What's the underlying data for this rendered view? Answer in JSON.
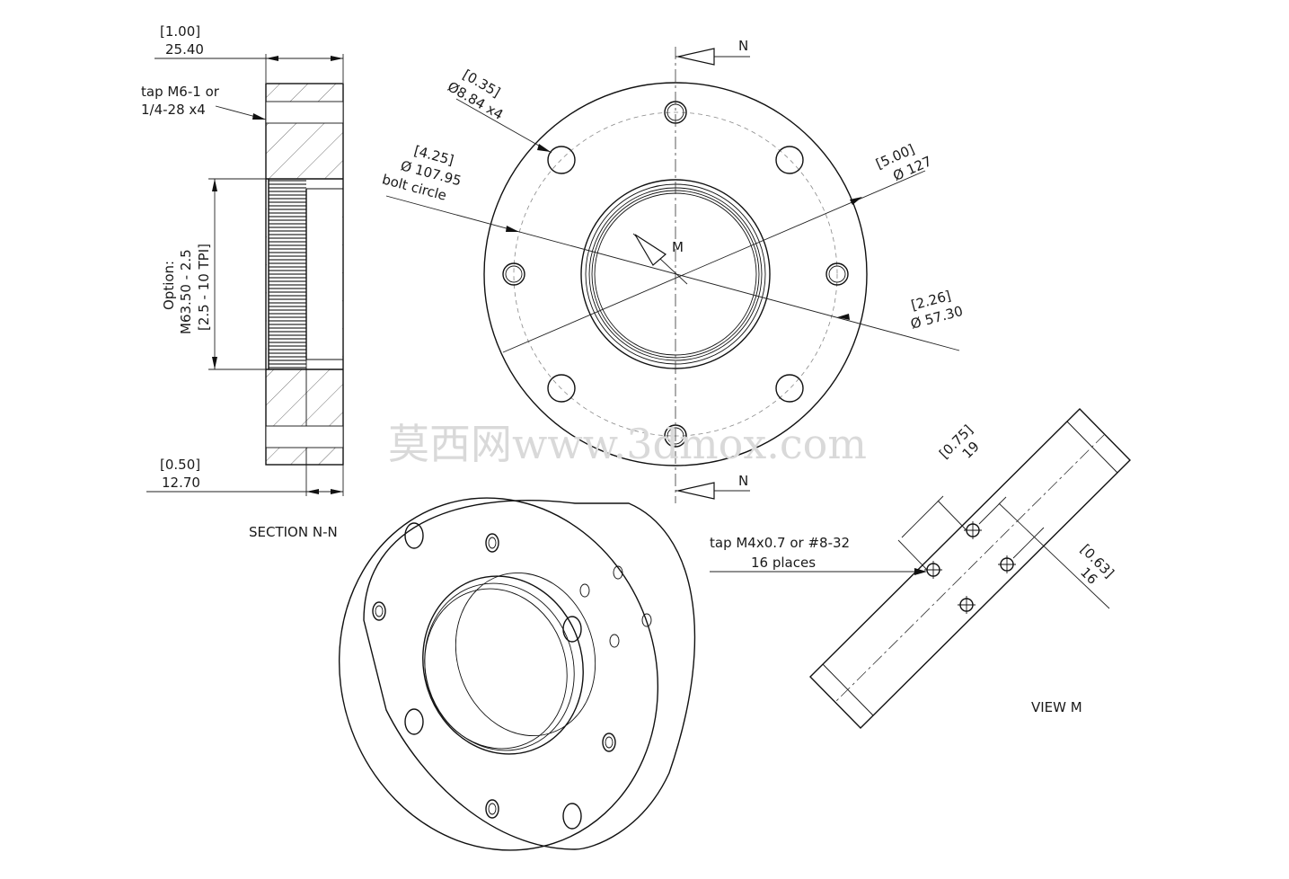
{
  "section_nn": {
    "title": "SECTION N-N",
    "width_in": "[1.00]",
    "width_mm": "25.40",
    "tap_line1": "tap M6-1 or",
    "tap_line2": "1/4-28 x4",
    "option_line1": "Option:",
    "option_line2": "M63.50 - 2.5",
    "option_line3": "[2.5 - 10 TPI]",
    "depth_in": "[0.50]",
    "depth_mm": "12.70"
  },
  "front_view": {
    "section_mark_top": "N",
    "section_mark_bottom": "N",
    "view_mark": "M",
    "hole_in": "[0.35]",
    "hole_mm": "Ø8.84 x4",
    "bolt_in": "[4.25]",
    "bolt_mm": "Ø 107.95",
    "bolt_label": "bolt circle",
    "outer_in": "[5.00]",
    "outer_mm": "Ø 127",
    "bore_in": "[2.26]",
    "bore_mm": "Ø 57.30"
  },
  "view_m": {
    "title": "VIEW M",
    "tap_line1": "tap M4x0.7 or #8-32",
    "tap_line2": "16 places",
    "spacing_a_in": "[0.75]",
    "spacing_a_mm": "19",
    "spacing_b_in": "[0.63]",
    "spacing_b_mm": "16"
  },
  "watermark": "莫西网www.3dmox.com"
}
